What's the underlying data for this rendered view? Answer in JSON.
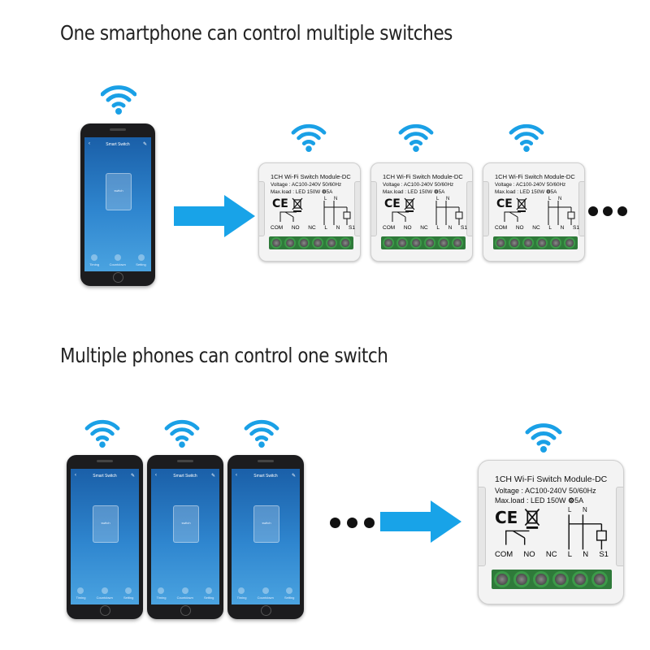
{
  "headings": {
    "top": "One smartphone can control multiple switches",
    "bottom": "Multiple phones can control one switch"
  },
  "colors": {
    "wifi_blue": "#1aa0e6",
    "arrow_blue": "#18a3e8",
    "phone_screen": "#2f86cf",
    "terminal_green": "#3c9a49"
  },
  "phone_screen": {
    "title": "Smart Switch",
    "switch_label": "switch",
    "tabs": [
      "Timing",
      "Countdown",
      "Setting"
    ]
  },
  "module": {
    "title": "1CH Wi-Fi Switch Module-DC",
    "voltage": "Voltage : AC100-240V 50/60Hz",
    "maxload": "Max.load : LED 150W",
    "current": "5A",
    "ce": "CE",
    "wiring_top": [
      "L",
      "N"
    ],
    "terminal_labels": [
      "COM",
      "NO",
      "NC",
      "L",
      "N",
      "S1"
    ]
  },
  "icons": {
    "wifi": "wifi-icon",
    "arrow": "arrow-right-icon",
    "ellipsis": "ellipsis-icon"
  }
}
